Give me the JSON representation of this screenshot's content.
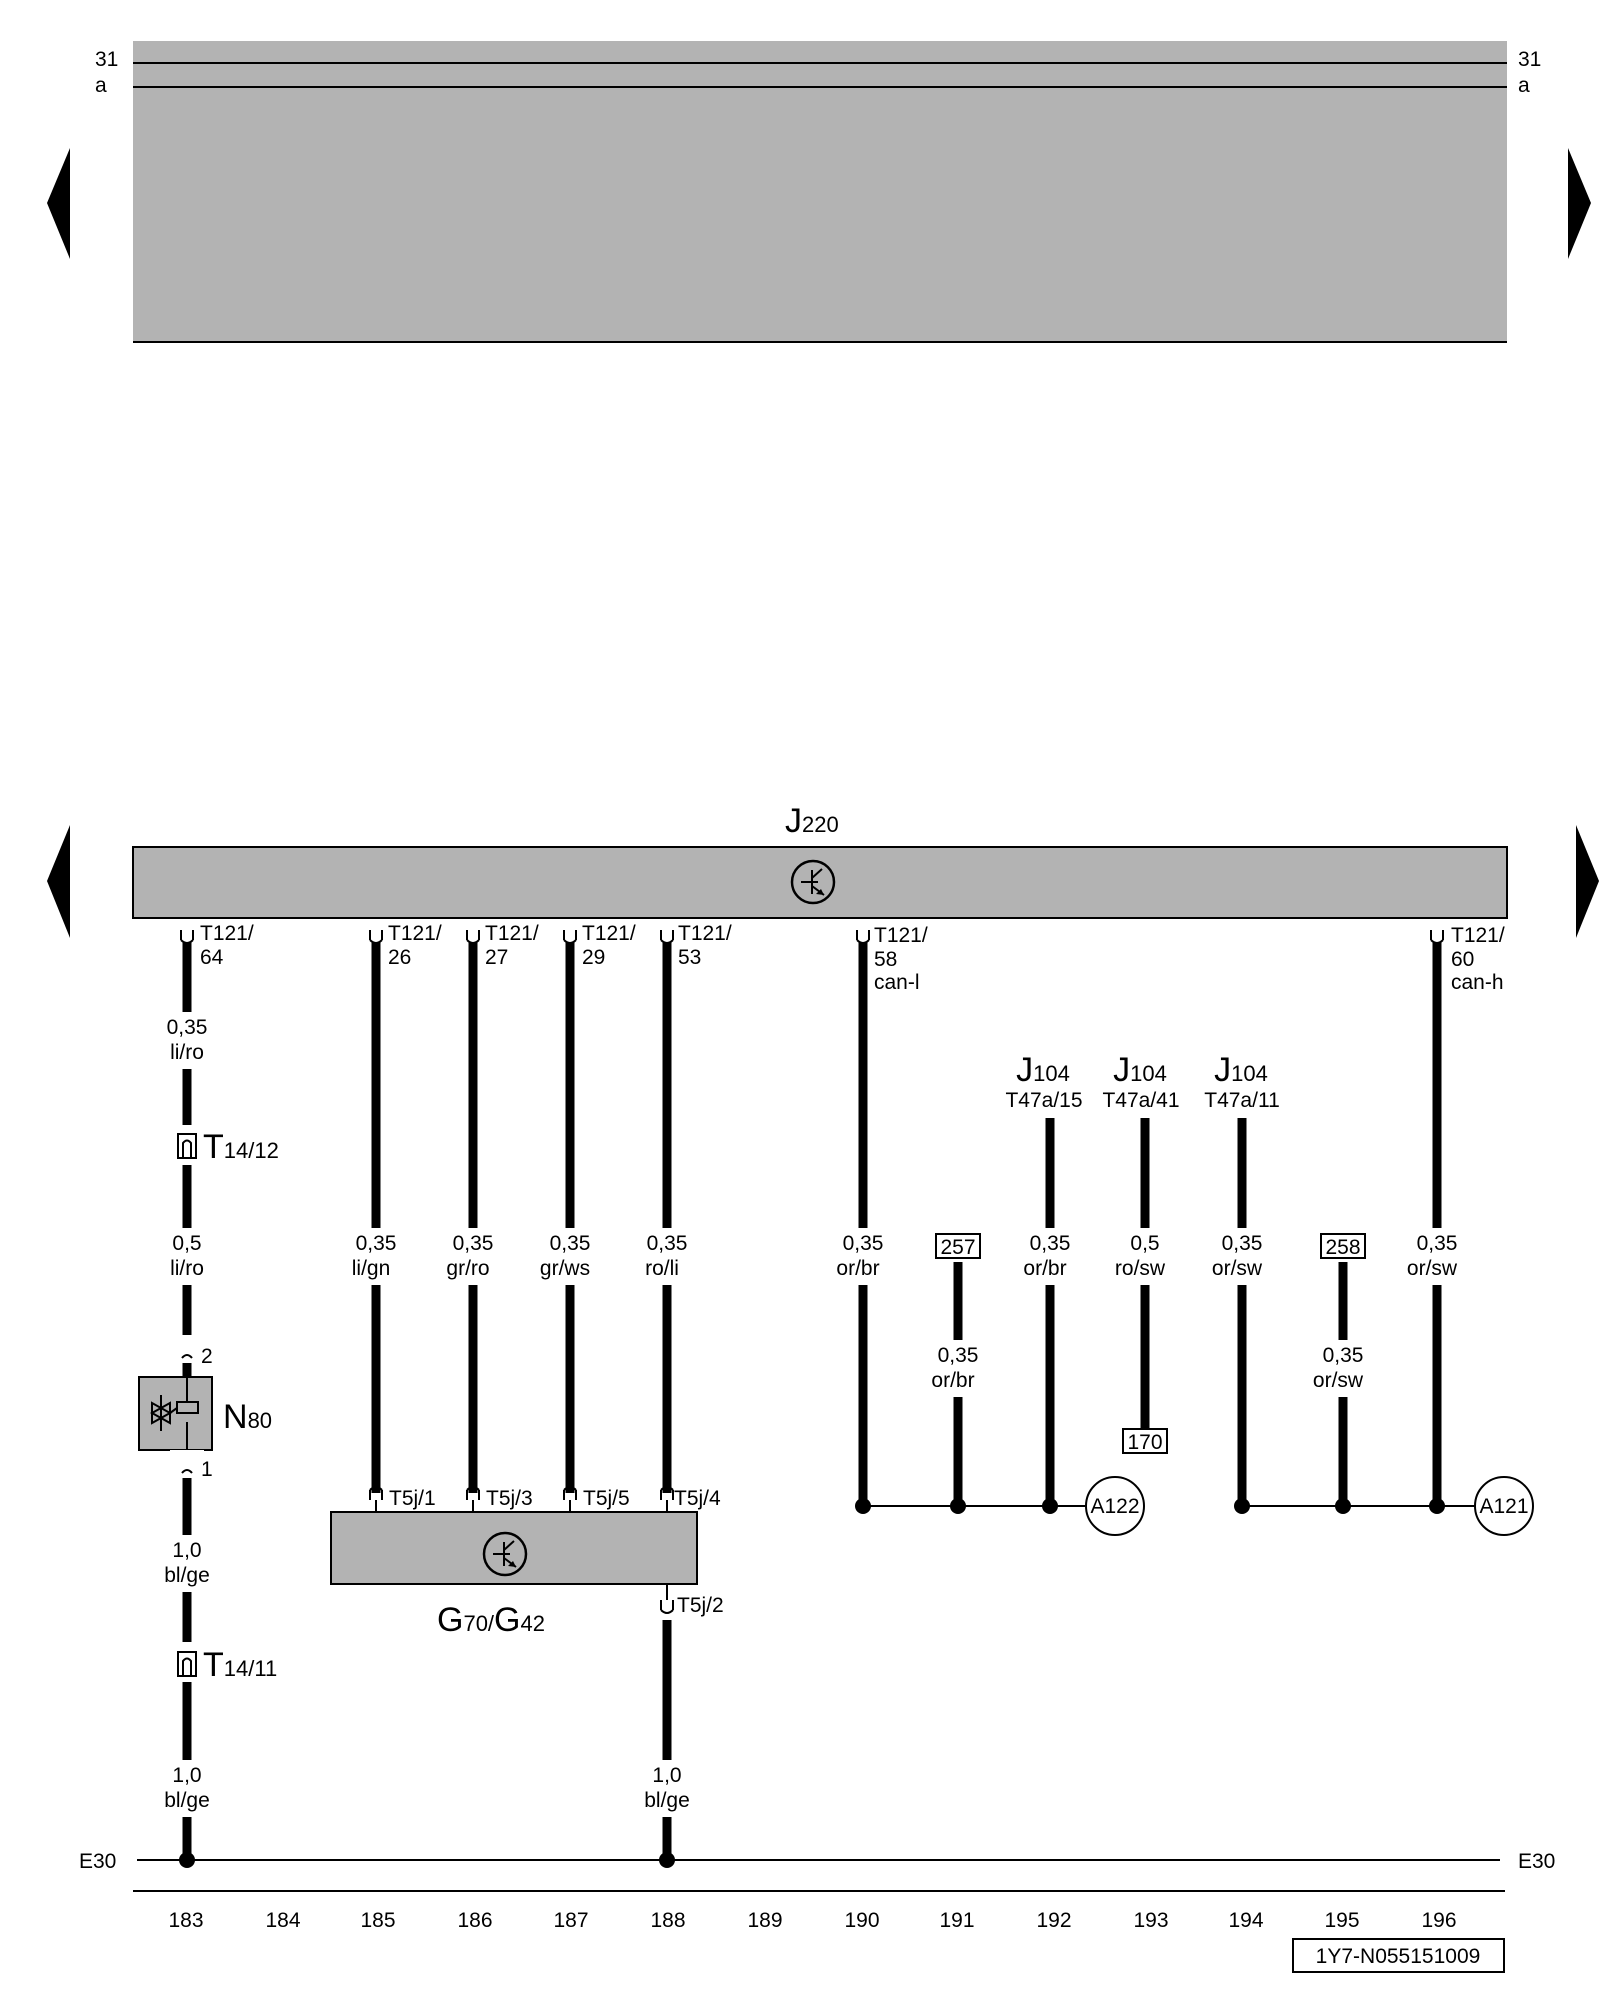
{
  "top_panel": {
    "left_labels": [
      "31",
      "a"
    ],
    "right_labels": [
      "31",
      "a"
    ]
  },
  "nav": {
    "top_left": "prev-page-arrow",
    "top_right": "next-page-arrow",
    "bottom_left": "prev-page-arrow",
    "bottom_right": "next-page-arrow"
  },
  "components": {
    "j220": {
      "letter": "J",
      "sub": "220"
    },
    "g70g42": {
      "p1": "G",
      "s1": "70/",
      "p2": "G",
      "s2": "42"
    },
    "n80": {
      "letter": "N",
      "sub": "80",
      "pin_top": "2",
      "pin_bottom": "1"
    },
    "j104": [
      {
        "letter": "J",
        "sub": "104",
        "pin": "T47a/15"
      },
      {
        "letter": "J",
        "sub": "104",
        "pin": "T47a/41"
      },
      {
        "letter": "J",
        "sub": "104",
        "pin": "T47a/11"
      }
    ]
  },
  "connectors": {
    "t121": [
      {
        "l1": "T121/",
        "l2": "64",
        "l3": ""
      },
      {
        "l1": "T121/",
        "l2": "26",
        "l3": ""
      },
      {
        "l1": "T121/",
        "l2": "27",
        "l3": ""
      },
      {
        "l1": "T121/",
        "l2": "29",
        "l3": ""
      },
      {
        "l1": "T121/",
        "l2": "53",
        "l3": ""
      },
      {
        "l1": "T121/",
        "l2": "58",
        "l3": "can-l"
      },
      {
        "l1": "T121/",
        "l2": "60",
        "l3": "can-h"
      }
    ],
    "t14": [
      {
        "main": "T",
        "sub": "14/12"
      },
      {
        "main": "T",
        "sub": "14/11"
      }
    ],
    "t5j": [
      "T5j/1",
      "T5j/3",
      "T5j/5",
      "T5j/4",
      "T5j/2"
    ]
  },
  "wires": {
    "w183a": {
      "size": "0,35",
      "color": "li/ro"
    },
    "w183b": {
      "size": "0,5",
      "color": "li/ro"
    },
    "w183c": {
      "size": "1,0",
      "color": "bl/ge"
    },
    "w183d": {
      "size": "1,0",
      "color": "bl/ge"
    },
    "w185": {
      "size": "0,35",
      "color": "li/gn"
    },
    "w186": {
      "size": "0,35",
      "color": "gr/ro"
    },
    "w187": {
      "size": "0,35",
      "color": "gr/ws"
    },
    "w188": {
      "size": "0,35",
      "color": "ro/li"
    },
    "w188b": {
      "size": "1,0",
      "color": "bl/ge"
    },
    "w190": {
      "size": "0,35",
      "color": "or/br"
    },
    "w191": {
      "size": "0,35",
      "color": "or/br"
    },
    "w192": {
      "size": "0,35",
      "color": "or/br"
    },
    "w193": {
      "size": "0,5",
      "color": "ro/sw"
    },
    "w194": {
      "size": "0,35",
      "color": "or/sw"
    },
    "w195": {
      "size": "0,35",
      "color": "or/sw"
    },
    "w196": {
      "size": "0,35",
      "color": "or/sw"
    }
  },
  "refs": {
    "r257": "257",
    "r258": "258",
    "r170": "170"
  },
  "junctions": {
    "a122": "A122",
    "a121": "A121"
  },
  "ground": {
    "left": "E30",
    "right": "E30"
  },
  "columns": [
    "183",
    "184",
    "185",
    "186",
    "187",
    "188",
    "189",
    "190",
    "191",
    "192",
    "193",
    "194",
    "195",
    "196"
  ],
  "doc_id": "1Y7-N055151009"
}
